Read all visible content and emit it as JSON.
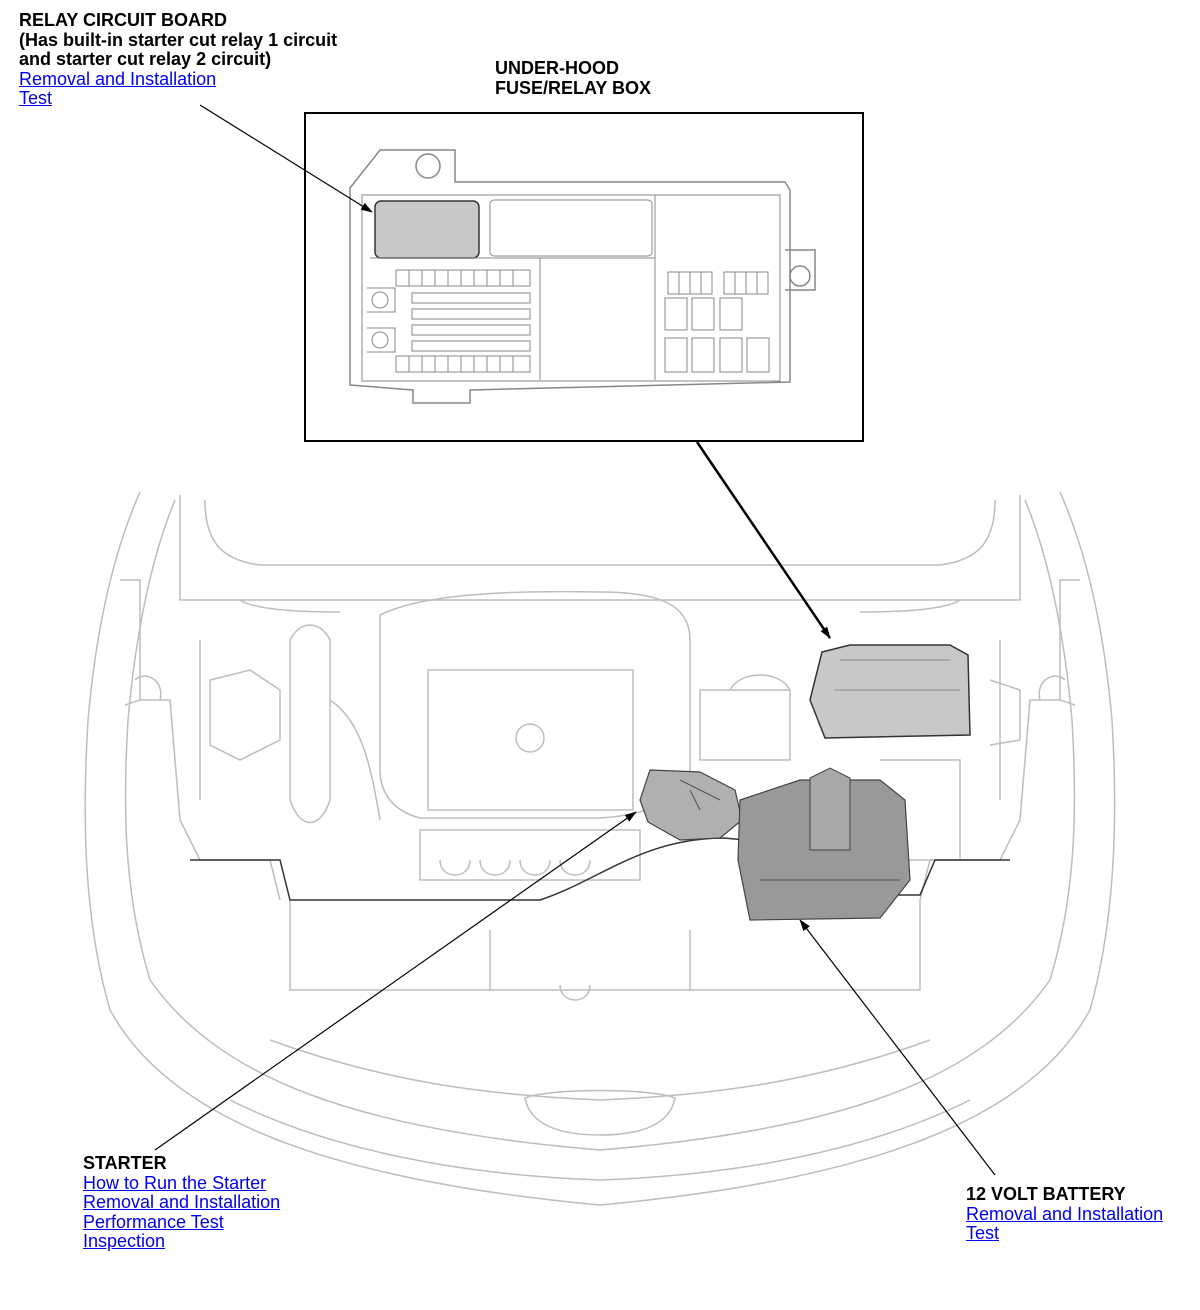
{
  "relay_circuit_board": {
    "title": "RELAY CIRCUIT BOARD",
    "subtitle_line1": "(Has built-in starter cut relay 1 circuit",
    "subtitle_line2": "and starter cut relay 2 circuit)",
    "links": [
      "Removal and Installation",
      "Test"
    ]
  },
  "under_hood_fuse_relay_box": {
    "title_line1": "UNDER-HOOD",
    "title_line2": "FUSE/RELAY BOX"
  },
  "starter": {
    "title": "STARTER",
    "links": [
      "How to Run the Starter",
      "Removal and Installation",
      "Performance Test",
      "Inspection"
    ]
  },
  "battery_12v": {
    "title": "12 VOLT BATTERY",
    "links": [
      "Removal and Installation",
      "Test"
    ]
  },
  "colors": {
    "link": "#0000ee",
    "highlight_fill": "#c8c8c8",
    "battery_fill": "#999999",
    "line_art": "#bfbfbf"
  }
}
